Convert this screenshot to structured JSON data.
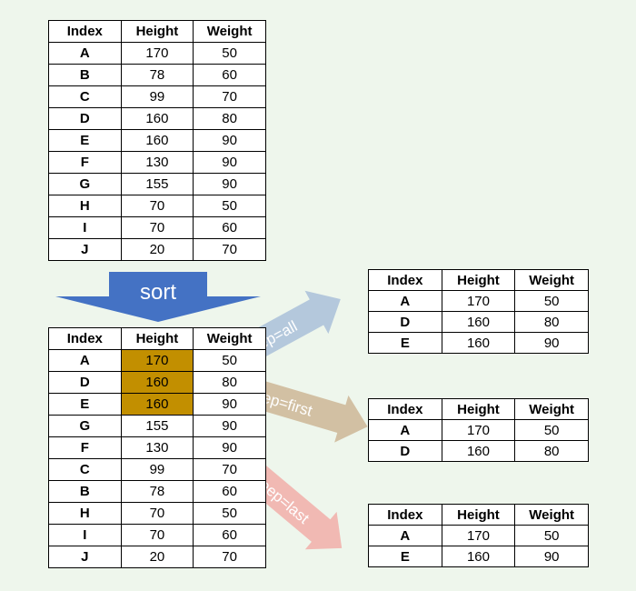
{
  "headers": [
    "Index",
    "Height",
    "Weight"
  ],
  "original_table": {
    "rows": [
      [
        "A",
        "170",
        "50"
      ],
      [
        "B",
        "78",
        "60"
      ],
      [
        "C",
        "99",
        "70"
      ],
      [
        "D",
        "160",
        "80"
      ],
      [
        "E",
        "160",
        "90"
      ],
      [
        "F",
        "130",
        "90"
      ],
      [
        "G",
        "155",
        "90"
      ],
      [
        "H",
        "70",
        "50"
      ],
      [
        "I",
        "70",
        "60"
      ],
      [
        "J",
        "20",
        "70"
      ]
    ]
  },
  "sort_label": "sort",
  "sorted_table": {
    "rows": [
      [
        "A",
        "170",
        "50"
      ],
      [
        "D",
        "160",
        "80"
      ],
      [
        "E",
        "160",
        "90"
      ],
      [
        "G",
        "155",
        "90"
      ],
      [
        "F",
        "130",
        "90"
      ],
      [
        "C",
        "99",
        "70"
      ],
      [
        "B",
        "78",
        "60"
      ],
      [
        "H",
        "70",
        "50"
      ],
      [
        "I",
        "70",
        "60"
      ],
      [
        "J",
        "20",
        "70"
      ]
    ],
    "highlighted_height_rows": [
      0,
      1,
      2
    ],
    "highlight_color": "#c28f00"
  },
  "arrows": [
    {
      "label": "Keep=all",
      "color": "#b4c8dc"
    },
    {
      "label": "Keep=first",
      "color": "#d2c0a3"
    },
    {
      "label": "Keep=last",
      "color": "#f1b9b3"
    }
  ],
  "results": {
    "all": {
      "rows": [
        [
          "A",
          "170",
          "50"
        ],
        [
          "D",
          "160",
          "80"
        ],
        [
          "E",
          "160",
          "90"
        ]
      ]
    },
    "first": {
      "rows": [
        [
          "A",
          "170",
          "50"
        ],
        [
          "D",
          "160",
          "80"
        ]
      ]
    },
    "last": {
      "rows": [
        [
          "A",
          "170",
          "50"
        ],
        [
          "E",
          "160",
          "90"
        ]
      ]
    }
  },
  "colors": {
    "background": "#eef6ec",
    "sort_arrow": "#4472c4"
  }
}
